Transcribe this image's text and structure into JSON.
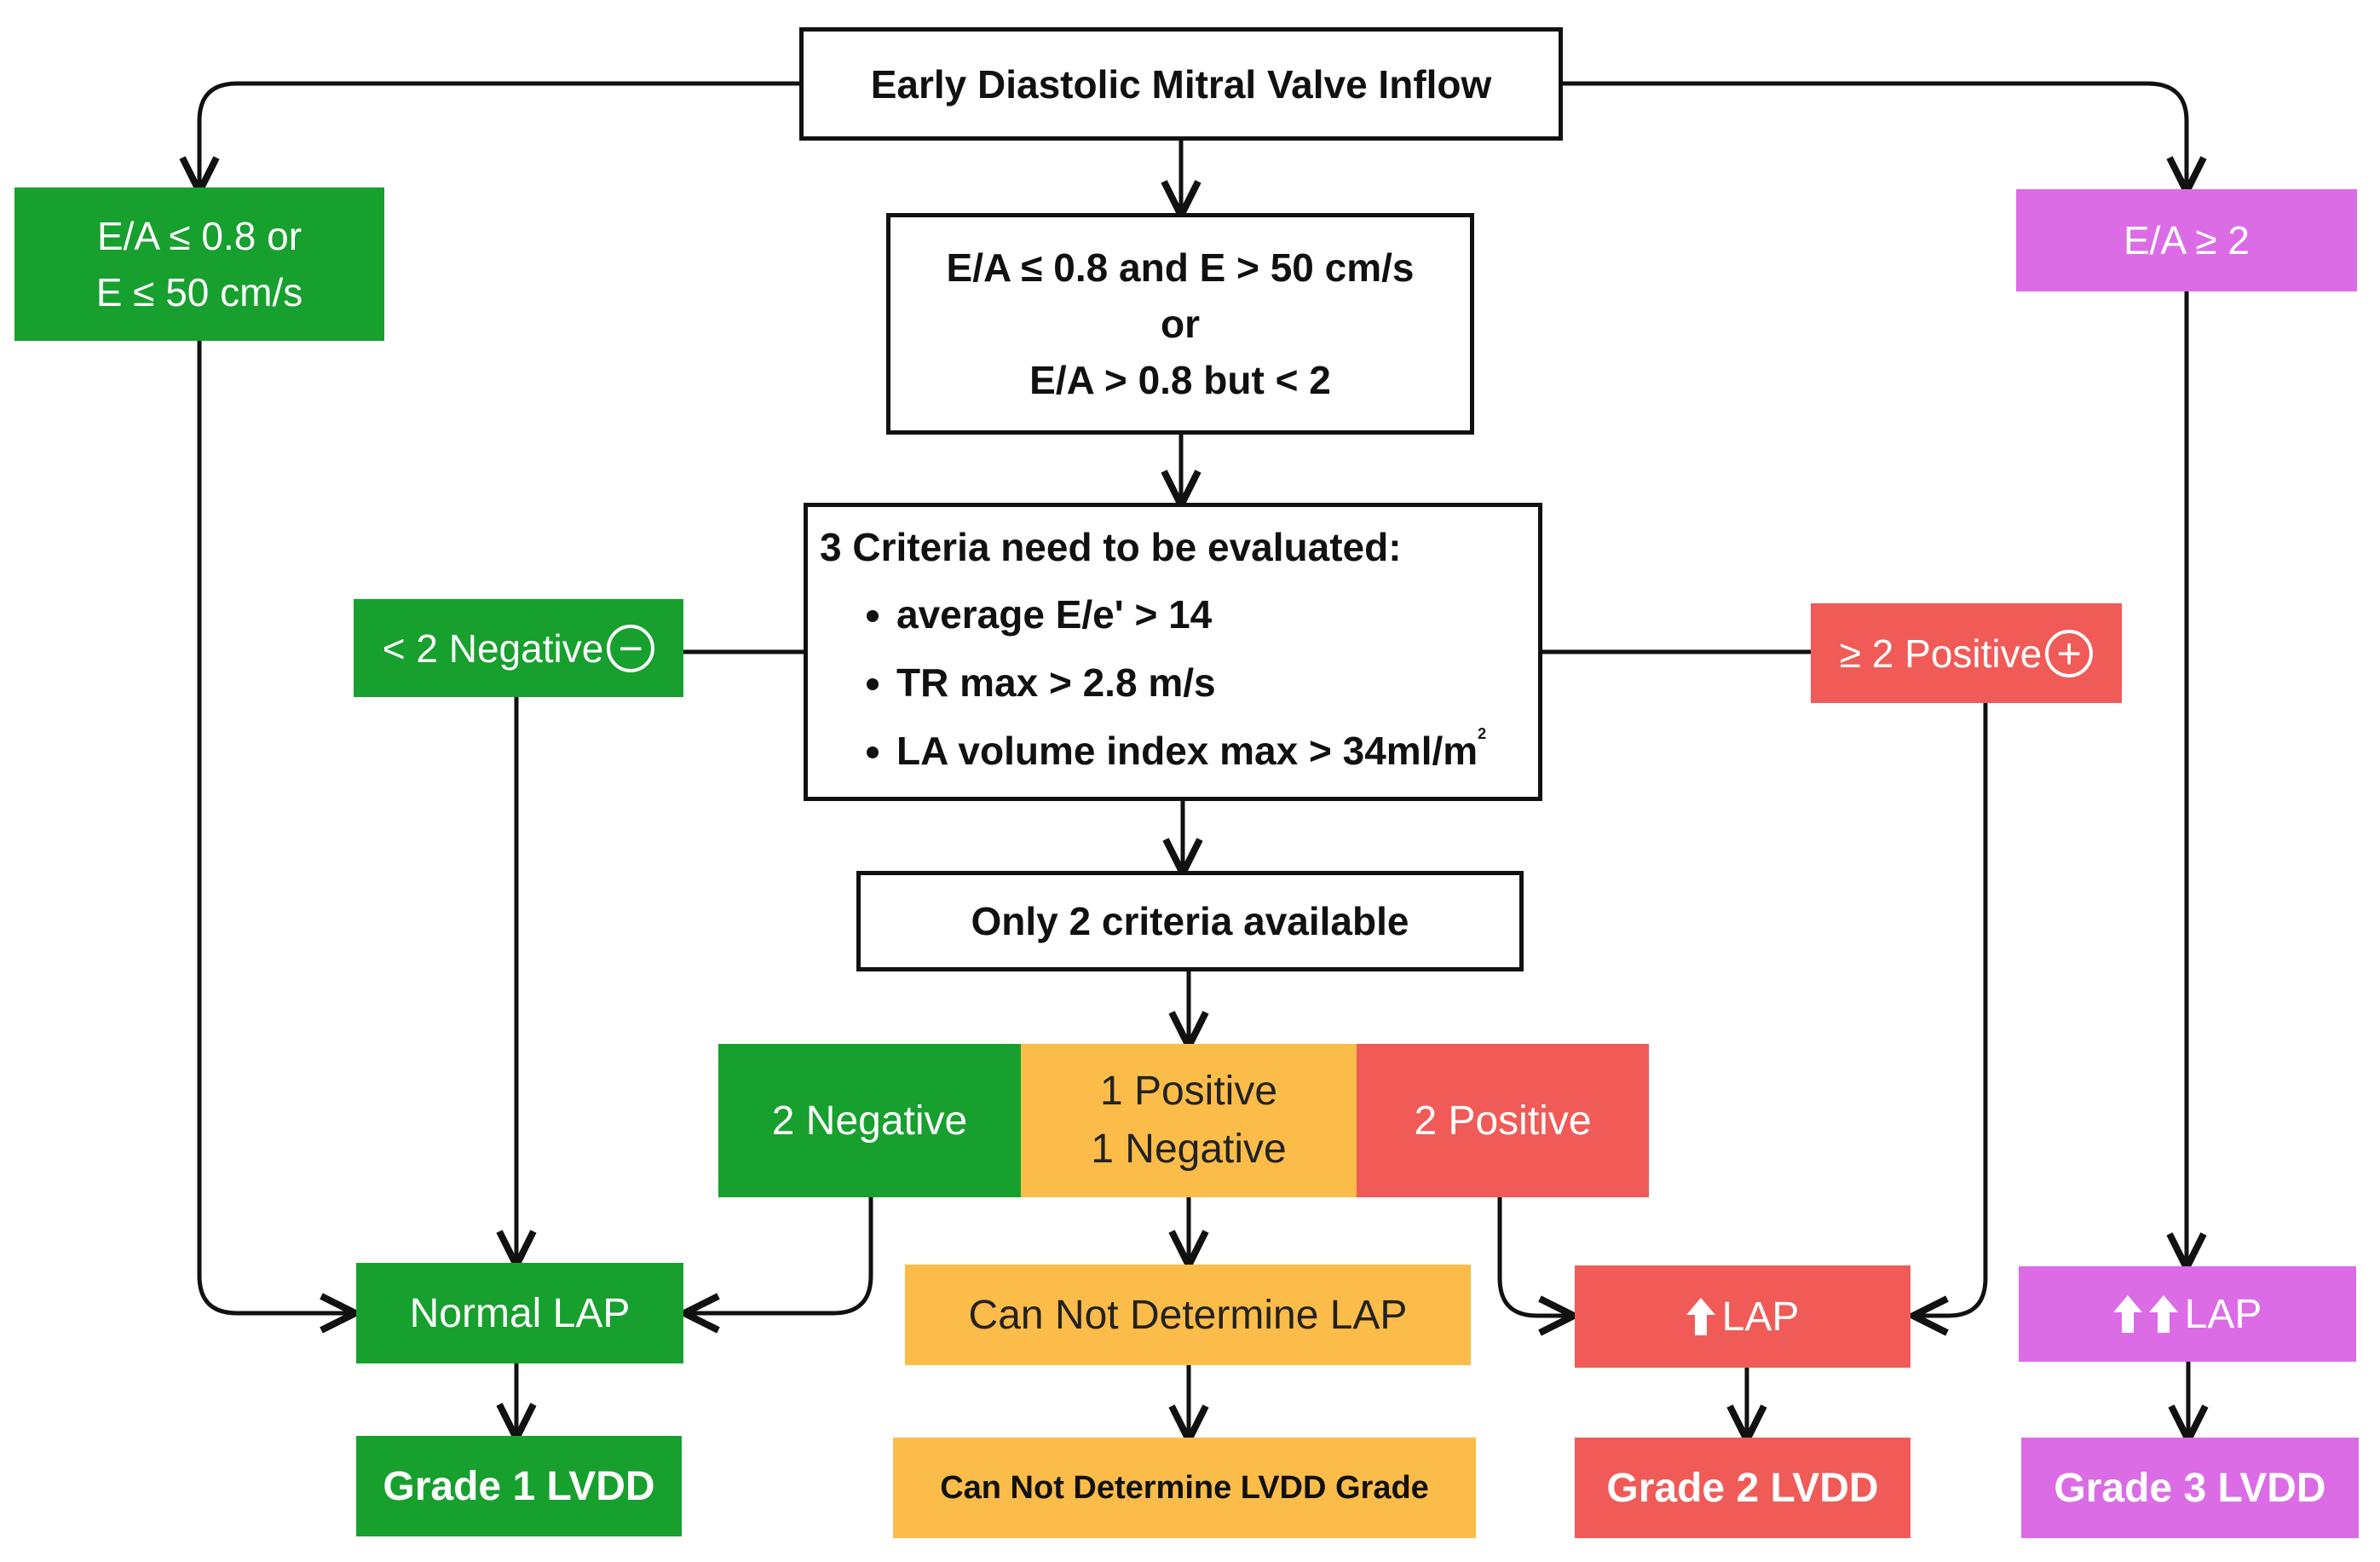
{
  "colors": {
    "green": "#17A02E",
    "orange": "#FBBC4A",
    "red": "#F05B57",
    "purple": "#DB6CE6",
    "line": "#111111"
  },
  "nodes": {
    "top": {
      "label": "Early Diastolic Mitral Valve Inflow"
    },
    "mid": {
      "line1": "E/A ≤ 0.8 and E > 50 cm/s",
      "line2": "or",
      "line3": "E/A > 0.8 but < 2"
    },
    "left_top": {
      "line1": "E/A ≤ 0.8 or",
      "line2": "E ≤ 50 cm/s"
    },
    "right_top": {
      "label": "E/A ≥ 2"
    },
    "criteria": {
      "title": "3 Criteria need to be evaluated:",
      "items": [
        "average E/e' > 14",
        "TR max > 2.8 m/s",
        "LA volume index max > 34ml/m"
      ],
      "superscript": "2"
    },
    "neg2": {
      "label": "< 2 Negative",
      "icon": "minus-circle-icon",
      "glyph": "−"
    },
    "pos2": {
      "label": "≥ 2 Positive",
      "icon": "plus-circle-icon",
      "glyph": "+"
    },
    "only2": {
      "label": "Only 2 criteria available"
    },
    "two_negative": {
      "label": "2 Negative"
    },
    "one_pos_one_neg": {
      "line1": "1 Positive",
      "line2": "1 Negative"
    },
    "two_positive": {
      "label": "2 Positive"
    },
    "normal_lap": {
      "label": "Normal LAP"
    },
    "cannot_lap": {
      "label": "Can Not Determine LAP"
    },
    "up_lap": {
      "label": "LAP",
      "icon": "up-arrow-icon"
    },
    "upup_lap": {
      "label": "LAP",
      "icon": "double-up-arrow-icon"
    },
    "grade1": {
      "label": "Grade 1 LVDD"
    },
    "cannot_grade": {
      "label": "Can Not Determine LVDD Grade"
    },
    "grade2": {
      "label": "Grade 2 LVDD"
    },
    "grade3": {
      "label": "Grade 3 LVDD"
    }
  }
}
